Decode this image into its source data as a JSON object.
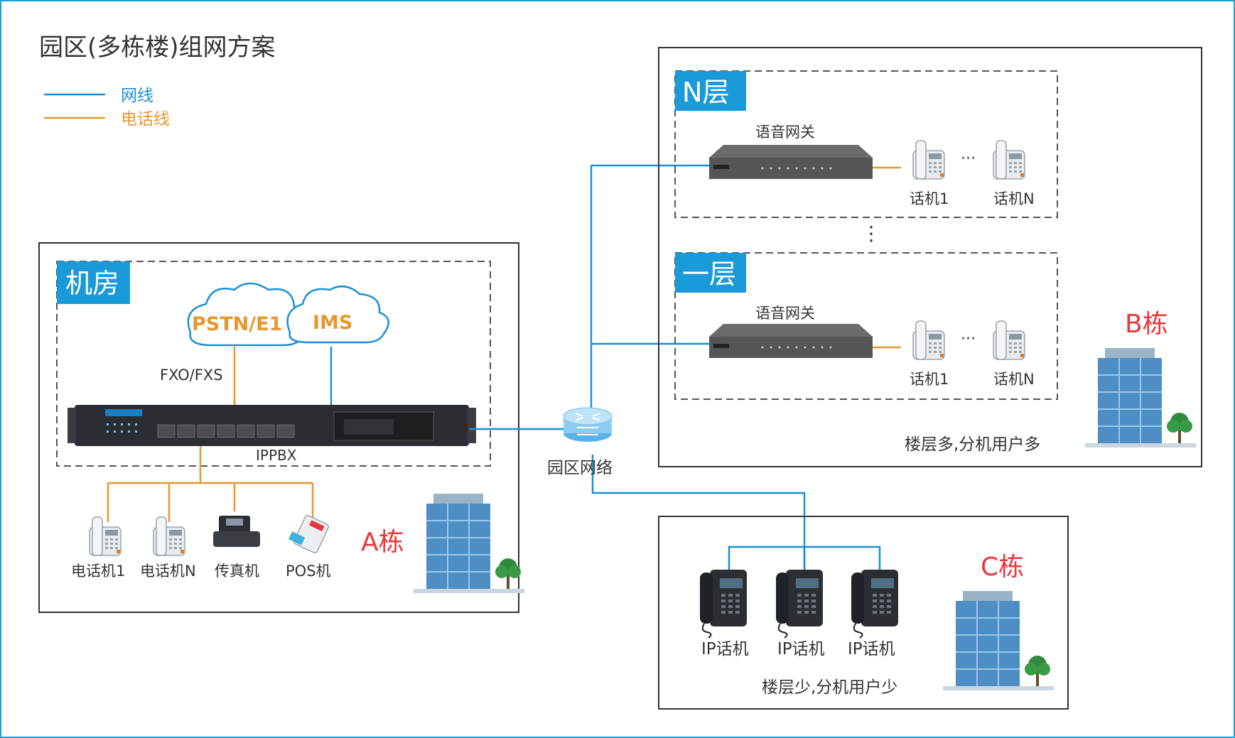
{
  "title": "园区(多栋楼)组网方案",
  "legend": {
    "network_cable": "网线",
    "phone_line": "电话线"
  },
  "colors": {
    "network_line": "#1a8fd6",
    "phone_line": "#e8962e",
    "label_blue_bg": "#1a9ad8",
    "building_label": "#e8383d",
    "cloud_text": "#e8962e",
    "frame": "#333333"
  },
  "server_room": {
    "label": "机房",
    "clouds": [
      "PSTN/E1",
      "IMS"
    ],
    "link_label": "FXO/FXS",
    "device_label": "IPPBX",
    "terminals": [
      "电话机1",
      "电话机N",
      "传真机",
      "POS机"
    ],
    "building": "A栋"
  },
  "network_hub": {
    "label": "园区网络"
  },
  "building_b": {
    "label": "B栋",
    "floors": [
      {
        "name": "N层",
        "gateway": "语音网关",
        "phones": [
          "话机1",
          "话机N"
        ]
      },
      {
        "name": "一层",
        "gateway": "语音网关",
        "phones": [
          "话机1",
          "话机N"
        ]
      }
    ],
    "ellipsis": "···",
    "vertical_ellipsis": "⋮",
    "note": "楼层多,分机用户多"
  },
  "building_c": {
    "label": "C栋",
    "phones": [
      "IP话机",
      "IP话机",
      "IP话机"
    ],
    "note": "楼层少,分机用户少"
  }
}
